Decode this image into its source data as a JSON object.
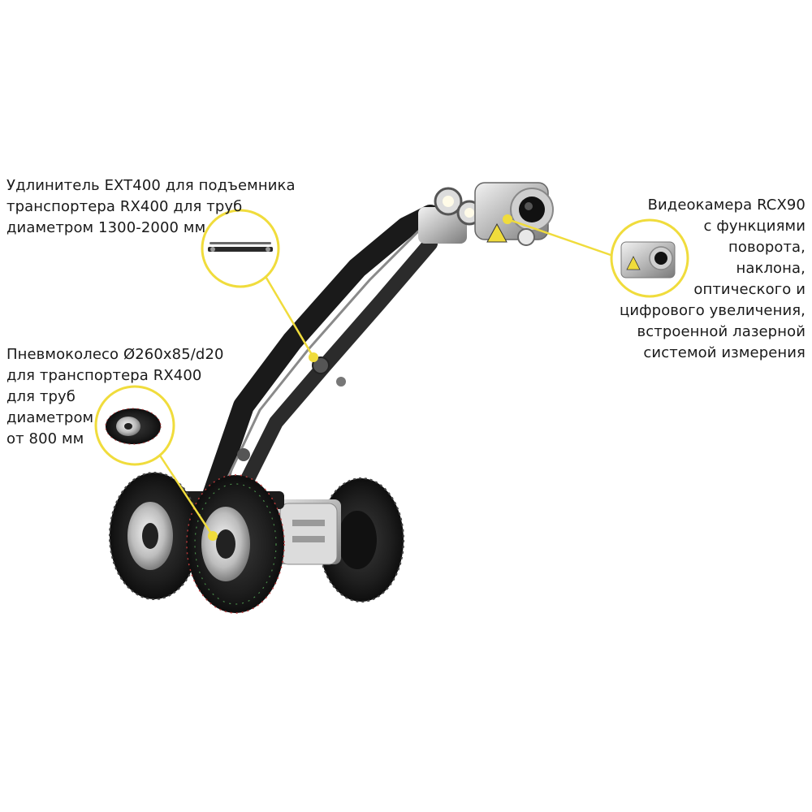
{
  "callouts": {
    "extender": {
      "lines": [
        "Удлинитель EXT400 для подъемника",
        "транспортера RX400 для труб",
        "диаметром 1300-2000 мм"
      ]
    },
    "wheel": {
      "lines": [
        "Пневмоколесо Ø260x85/d20",
        "для транспортера RX400",
        "для труб",
        "диаметром",
        "от 800 мм"
      ]
    },
    "camera": {
      "lines": [
        "Видеокамера RCX90",
        "с функциями",
        "поворота,",
        "наклона,",
        "оптического и",
        "цифрового увеличения,",
        "встроенной лазерной",
        "системой измерения"
      ]
    }
  },
  "colors": {
    "accent": "#f0dc3c",
    "text": "#1a1a1a",
    "background": "#ffffff"
  }
}
